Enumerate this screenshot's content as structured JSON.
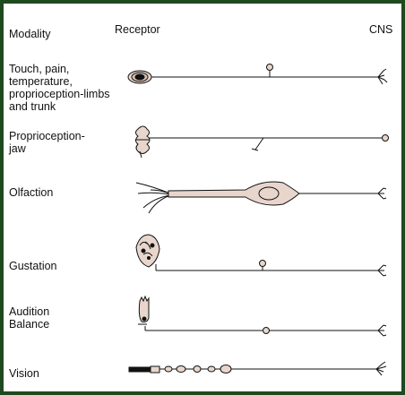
{
  "header": {
    "modality": "Modality",
    "receptor": "Receptor",
    "cns": "CNS"
  },
  "rows": [
    {
      "lines": [
        "Touch, pain,",
        "temperature,",
        "proprioception-limbs",
        "and trunk"
      ]
    },
    {
      "lines": [
        "Proprioception-",
        "jaw"
      ]
    },
    {
      "lines": [
        "Olfaction"
      ]
    },
    {
      "lines": [
        "Gustation"
      ]
    },
    {
      "lines": [
        "Audition",
        "Balance"
      ]
    },
    {
      "lines": [
        "Vision"
      ]
    }
  ],
  "colors": {
    "frame": "#1f4a1f",
    "cell_fill": "#e8d6cc",
    "stroke": "#111111"
  }
}
